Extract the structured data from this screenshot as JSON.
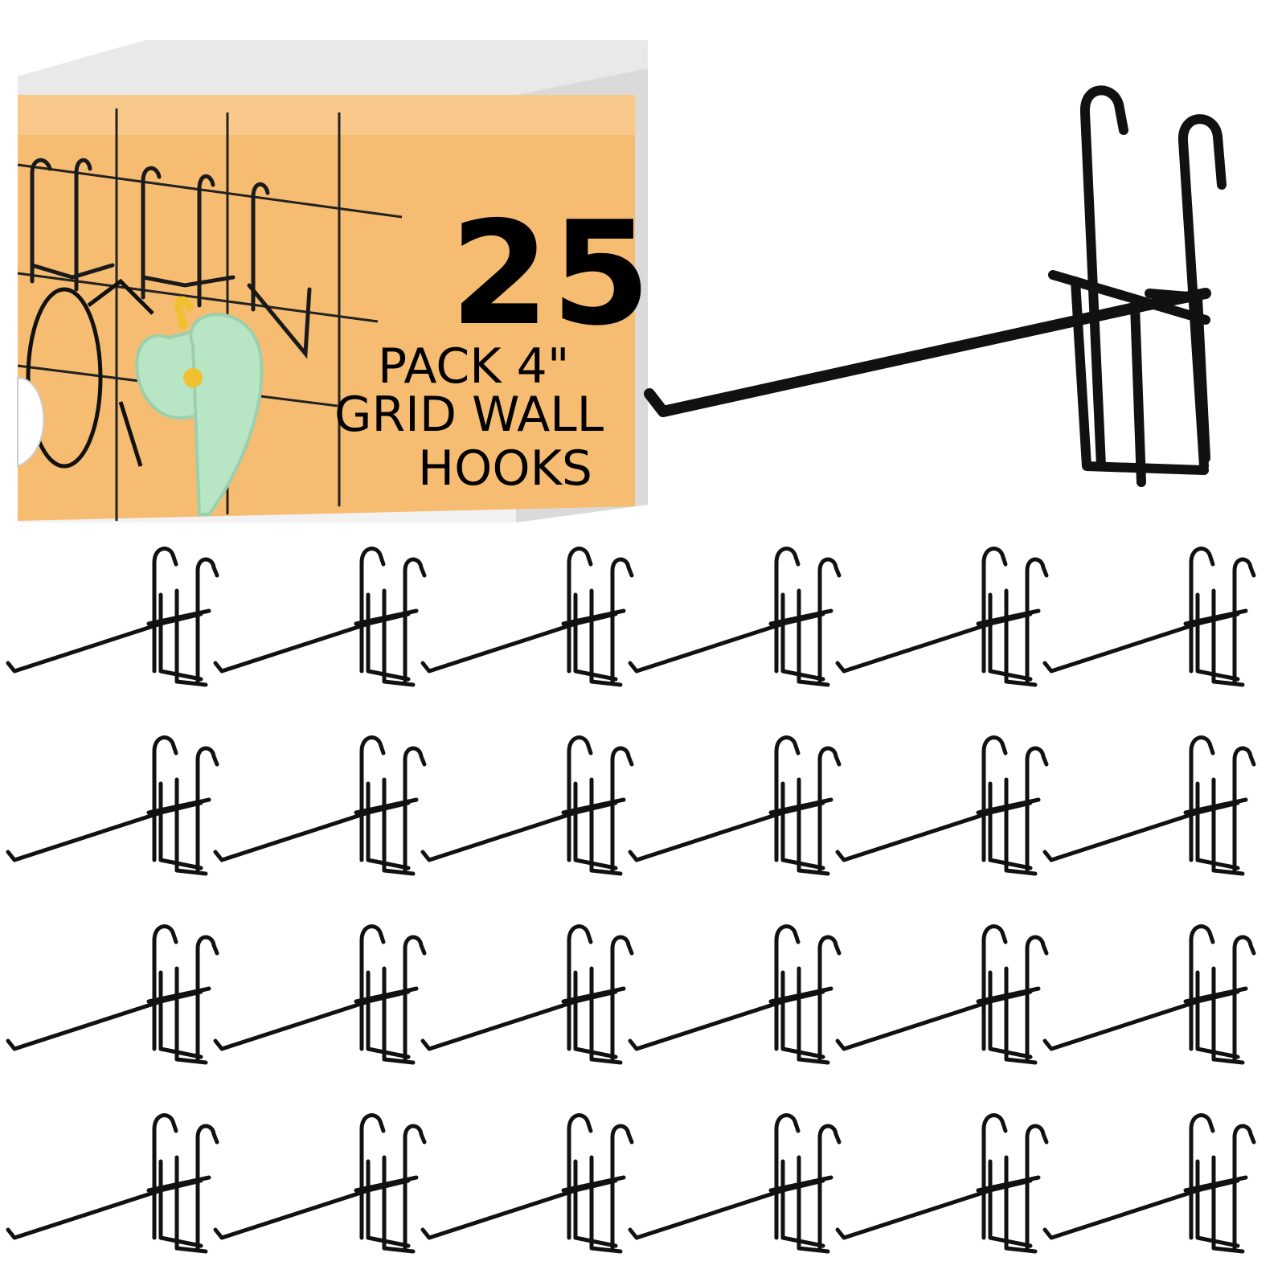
{
  "product_box": {
    "quantity": "25",
    "line_pack": "PACK  4\"",
    "line_grid": "GRID WALL",
    "line_hooks": "HOOKS",
    "panel_color": "#f6bc72",
    "box_color": "#f2f2f2"
  },
  "hook_grid": {
    "rows": 4,
    "columns": 6,
    "wire_color": "#111111"
  },
  "icons": {
    "hook": "grid-wall-hook-icon",
    "scissors": "scissors-icon",
    "glasses": "glasses-icon"
  }
}
